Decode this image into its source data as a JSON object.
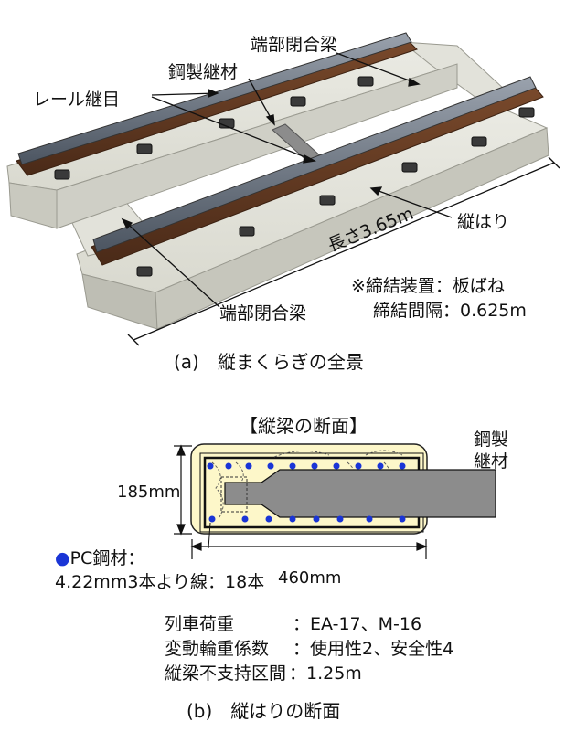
{
  "part_a": {
    "labels": {
      "end_beam_top": "端部閉合梁",
      "steel_member": "鋼製継材",
      "rail_joint": "レール継目",
      "longitudinal_beam": "縦はり",
      "length": "長さ3.65m",
      "fastening_device": "※締結装置：板ばね",
      "fastening_interval": "締結間隔：0.625m",
      "end_beam_bottom": "端部閉合梁"
    },
    "caption": "(a)　縦まくらぎの全景"
  },
  "part_b": {
    "section_title": "【縦梁の断面】",
    "steel_member_line1": "鋼製",
    "steel_member_line2": "継材",
    "height_dim": "185mm",
    "width_dim": "460mm",
    "pc_marker": "●",
    "pc_line1": "PC鋼材：",
    "pc_line2": "4.22mm3本より線：18本",
    "specs": [
      {
        "key": "列車荷重",
        "value": "：EA-17、M-16"
      },
      {
        "key": "変動輪重係数",
        "value": "：使用性2、安全性4"
      },
      {
        "key": "縦梁不支持区間",
        "value": "：1.25m"
      }
    ],
    "caption": "(b)　縦はりの断面"
  },
  "colors": {
    "concrete": "#dcdcd3",
    "rail": "#6b3f26",
    "steel": "#8c8c8c",
    "section_fill": "#fdf7c9",
    "strand": "#1a35d6"
  }
}
